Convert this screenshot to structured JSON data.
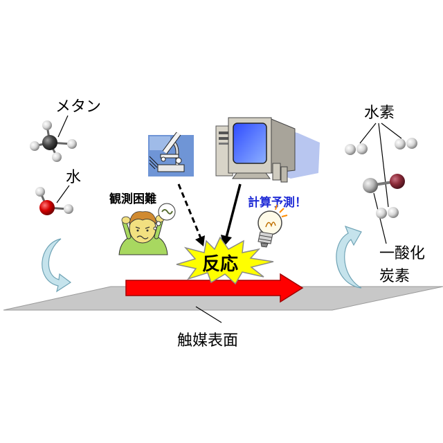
{
  "labels": {
    "methane": "メタン",
    "water": "水",
    "observation_difficult": "観測困難",
    "computational_prediction": "計算予測！",
    "reaction": "反応",
    "hydrogen": "水素",
    "carbon_monoxide_line1": "一酸化",
    "carbon_monoxide_line2": "炭素",
    "catalyst_surface": "触媒表面"
  },
  "colors": {
    "surface": "#c8c8c8",
    "reaction_arrow": "#ff0000",
    "explosion": "#ffff00",
    "prediction_text": "#1f2bd6",
    "cycle_arrows": "#c5e3ec",
    "oxygen": "#d00000",
    "carbon": "#3a3a3a",
    "hydrogen": "#e0e0e0"
  },
  "icons": {
    "microscope": "microscope-icon",
    "computer": "computer-icon",
    "worried_person": "worried-person-icon",
    "lightbulb": "lightbulb-icon"
  }
}
